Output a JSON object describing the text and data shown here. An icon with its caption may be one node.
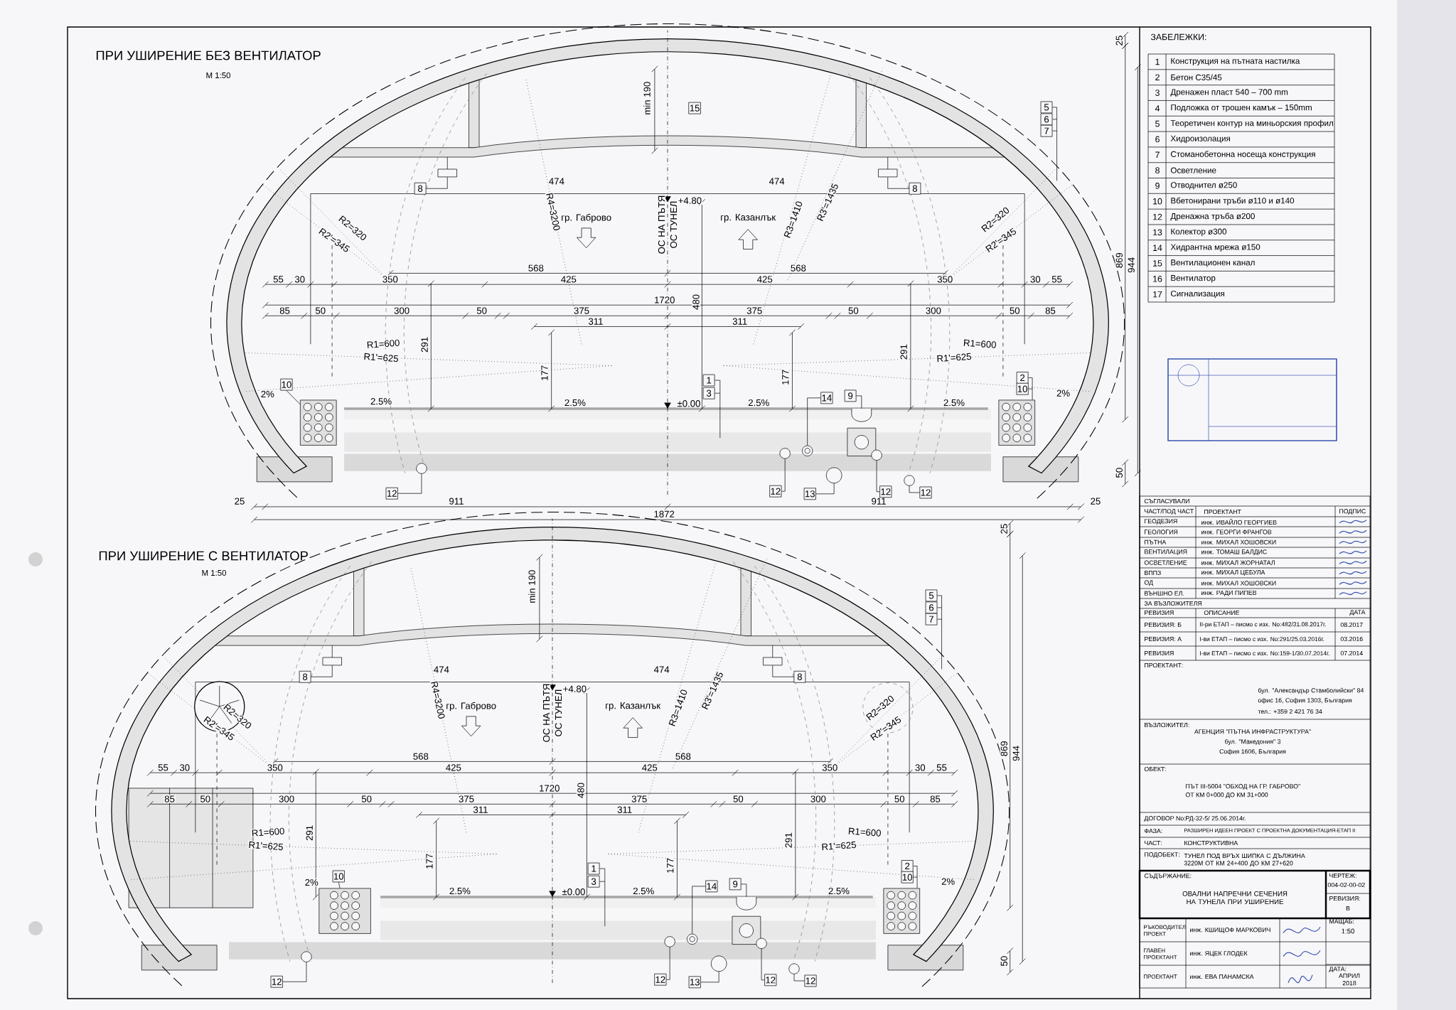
{
  "diagram": {
    "nodes": [
      {
        "text": [
          "8"
        ]
      },
      {
        "text": [
          "8"
        ]
      },
      {
        "text": [
          "5"
        ]
      },
      {
        "text": [
          "6"
        ]
      },
      {
        "text": [
          "7"
        ]
      },
      {
        "text": [
          "10"
        ]
      },
      {
        "text": [
          "1"
        ]
      },
      {
        "text": [
          "3"
        ]
      },
      {
        "text": [
          "9"
        ]
      },
      {
        "text": [
          "14"
        ]
      },
      {
        "text": [
          "2"
        ]
      },
      {
        "text": [
          "10"
        ]
      },
      {
        "text": [
          "12"
        ]
      },
      {
        "text": [
          "12"
        ]
      },
      {
        "text": [
          "13"
        ]
      },
      {
        "text": [
          "12"
        ]
      },
      {
        "text": [
          "12"
        ]
      },
      {
        "text": [],
        "shape": "box"
      },
      {
        "text": [],
        "shape": "box"
      },
      {
        "text": [],
        "shape": "box"
      },
      {
        "text": [],
        "shape": "box"
      },
      {
        "text": [],
        "shape": "circle"
      },
      {
        "text": [],
        "shape": "box"
      },
      {
        "text": [],
        "shape": "circle"
      },
      {
        "text": [],
        "shape": "circle"
      },
      {
        "text": [],
        "shape": "circle"
      },
      {
        "text": [],
        "shape": "circle"
      },
      {
        "text": [],
        "shape": "circle"
      },
      {
        "text": [
          "8"
        ]
      },
      {
        "text": [
          "8"
        ]
      },
      {
        "text": [
          "5"
        ]
      },
      {
        "text": [
          "6"
        ]
      },
      {
        "text": [
          "7"
        ]
      },
      {
        "text": [
          "10"
        ]
      },
      {
        "text": [
          "1"
        ]
      },
      {
        "text": [
          "3"
        ]
      },
      {
        "text": [
          "9"
        ]
      },
      {
        "text": [
          "14"
        ]
      },
      {
        "text": [
          "2"
        ]
      },
      {
        "text": [
          "10"
        ]
      },
      {
        "text": [
          "12"
        ]
      },
      {
        "text": [
          "12"
        ]
      },
      {
        "text": [
          "13"
        ]
      },
      {
        "text": [
          "12"
        ]
      },
      {
        "text": [
          "12"
        ]
      },
      {
        "text": [],
        "shape": "box"
      },
      {
        "text": [],
        "shape": "box"
      },
      {
        "text": [],
        "shape": "box"
      },
      {
        "text": [],
        "shape": "box"
      },
      {
        "text": [],
        "shape": "circle"
      },
      {
        "text": [],
        "shape": "box"
      },
      {
        "text": [],
        "shape": "circle"
      },
      {
        "text": [],
        "shape": "circle"
      },
      {
        "text": [],
        "shape": "circle"
      },
      {
        "text": [],
        "shape": "circle"
      },
      {
        "text": [],
        "shape": "circle"
      }
    ],
    "edges": [
      {
        "from": 0,
        "to": 17,
        "arrow": "none"
      },
      {
        "from": 1,
        "to": 18,
        "arrow": "none"
      },
      {
        "from": 2,
        "to": null,
        "arrow": "none"
      },
      {
        "from": 3,
        "to": null,
        "arrow": "none"
      },
      {
        "from": 4,
        "to": null,
        "arrow": "none"
      },
      {
        "from": 5,
        "to": 19,
        "arrow": "none"
      },
      {
        "from": 6,
        "to": null,
        "arrow": "none"
      },
      {
        "from": 7,
        "to": null,
        "arrow": "none"
      },
      {
        "from": 8,
        "to": 20,
        "arrow": "none"
      },
      {
        "from": 9,
        "to": 21,
        "arrow": "none"
      },
      {
        "from": 10,
        "to": 22,
        "arrow": "none"
      },
      {
        "from": 11,
        "to": 22,
        "arrow": "none"
      },
      {
        "from": 12,
        "to": 23,
        "arrow": "none"
      },
      {
        "from": 13,
        "to": 24,
        "arrow": "none"
      },
      {
        "from": 14,
        "to": 25,
        "arrow": "none"
      },
      {
        "from": 15,
        "to": 26,
        "arrow": "none"
      },
      {
        "from": 16,
        "to": 27,
        "arrow": "none"
      },
      {
        "from": 28,
        "to": 45,
        "arrow": "none"
      },
      {
        "from": 29,
        "to": 46,
        "arrow": "none"
      },
      {
        "from": 30,
        "to": null,
        "arrow": "none"
      },
      {
        "from": 31,
        "to": null,
        "arrow": "none"
      },
      {
        "from": 32,
        "to": null,
        "arrow": "none"
      },
      {
        "from": 33,
        "to": 47,
        "arrow": "none"
      },
      {
        "from": 34,
        "to": null,
        "arrow": "none"
      },
      {
        "from": 35,
        "to": null,
        "arrow": "none"
      },
      {
        "from": 36,
        "to": 48,
        "arrow": "none"
      },
      {
        "from": 37,
        "to": 49,
        "arrow": "none"
      },
      {
        "from": 38,
        "to": 50,
        "arrow": "none"
      },
      {
        "from": 39,
        "to": 50,
        "arrow": "none"
      },
      {
        "from": 40,
        "to": 51,
        "arrow": "none"
      },
      {
        "from": 41,
        "to": 52,
        "arrow": "none"
      },
      {
        "from": 42,
        "to": 53,
        "arrow": "none"
      },
      {
        "from": 43,
        "to": 54,
        "arrow": "none"
      },
      {
        "from": 44,
        "to": 55,
        "arrow": "none"
      }
    ],
    "labels": [
      "ПРИ УШИРЕНИЕ БЕЗ ВЕНТИЛАТОР",
      "М 1:50",
      "min 190",
      "15",
      "474",
      "474",
      "+4.80",
      "R4=3200",
      "гр. Габрово",
      "ОС НА ПЪТЯ",
      "ОС ТУНЕЛ",
      "гр. Казанлък",
      "R3=1410",
      "R3'=1435",
      "R2=320",
      "R2'=345",
      "R2=320",
      "R2'=345",
      "568",
      "568",
      "55",
      "30",
      "350",
      "425",
      "425",
      "350",
      "30",
      "55",
      "1720",
      "480",
      "85",
      "50",
      "300",
      "50",
      "375",
      "375",
      "50",
      "300",
      "50",
      "85",
      "311",
      "311",
      "869",
      "944",
      "R1=600",
      "R1'=625",
      "291",
      "291",
      "R1=600",
      "R1'=625",
      "177",
      "177",
      "2%",
      "2.5%",
      "2.5%",
      "±0.00",
      "2.5%",
      "2.5%",
      "2%",
      "50",
      "25",
      "25",
      "911",
      "911",
      "25",
      "1872",
      "ПРИ УШИРЕНИЕ С ВЕНТИЛАТОР",
      "М 1:50",
      "min 190",
      "474",
      "474",
      "+4.80",
      "R4=3200",
      "гр. Габрово",
      "ОС НА ПЪТЯ",
      "ОС ТУНЕЛ",
      "гр. Казанлък",
      "R3=1410",
      "R3'=1435",
      "R2=320",
      "R2'=345",
      "R2=320",
      "R2'=345",
      "568",
      "568",
      "55",
      "30",
      "350",
      "425",
      "425",
      "350",
      "30",
      "55",
      "1720",
      "480",
      "85",
      "50",
      "300",
      "50",
      "375",
      "375",
      "50",
      "300",
      "50",
      "85",
      "311",
      "311",
      "869",
      "944",
      "R1=600",
      "R1'=625",
      "291",
      "291",
      "R1=600",
      "R1'=625",
      "177",
      "177",
      "2%",
      "2.5%",
      "±0.00",
      "2.5%",
      "2.5%",
      "2%",
      "50",
      "25",
      "ЗАБЕЛЕЖКИ:",
      "1",
      "Конструкция на пътната настилка",
      "2",
      "Бетон C35/45",
      "3",
      "Дренажен пласт 540 – 700 mm",
      "4",
      "Подложка от трошен камък – 150mm",
      "5",
      "Теоретичен контур на миньорския профил",
      "6",
      "Хидроизолация",
      "7",
      "Стоманобетонна носеща конструкция",
      "8",
      "Осветление",
      "9",
      "Отводнител ø250",
      "10",
      "Вбетонирани тръби ø110 и ø140",
      "12",
      "Дренажна тръба ø200",
      "13",
      "Колектор ø300",
      "14",
      "Хидрантна мрежа ø150",
      "15",
      "Вентилационен канал",
      "16",
      "Вентилатор",
      "17",
      "Сигнализация",
      "СЪГЛАСУВАЛИ",
      "ЧАСТ/ПОД ЧАСТ",
      "ПРОЕКТАНТ",
      "ПОДПИС",
      "ГЕОДЕЗИЯ",
      "инж. ИВАЙЛО ГЕОРГИЕВ",
      "ГЕОЛОГИЯ",
      "инж. ГЕОРГИ ФРАНГОВ",
      "ПЪТНА",
      "инж. МИХАЛ ХОШОВСКИ",
      "ВЕНТИЛАЦИЯ",
      "инж. ТОМАШ БАЛДИС",
      "ОСВЕТЛЕНИЕ",
      "инж. МИХАЛ ЖОРНАТАЛ",
      "ВППЗ",
      "инж. МИХАЛ ЦЕБУЛА",
      "ОД",
      "инж. МИХАЛ ХОШОВСКИ",
      "ВЪНШНО ЕЛ.",
      "инж. РАДИ ПИПЕВ",
      "ЗА ВЪЗЛОЖИТЕЛЯ",
      "РЕВИЗИЯ",
      "ОПИСАНИЕ",
      "ДАТА",
      "РЕВИЗИЯ: Б",
      "II-ри ЕТАП – писмо с изх. No:482/31.08.2017г.",
      "08.2017",
      "РЕВИЗИЯ: А",
      "I-ви ЕТАП – писмо с изх. No:291/25.03.2016г.",
      "03.2016",
      "РЕВИЗИЯ",
      "I-ви ЕТАП – писмо с изх. No:159-1/30.07.2014г.",
      "07.2014",
      "ПРОЕКТАНТ:",
      "бул. \"Александър Стамболийски\" 84",
      "офис 16, София 1303, България",
      "тел.: +359 2 421 76 34",
      "ВЪЗЛОЖИТЕЛ:",
      "АГЕНЦИЯ \"ПЪТНА ИНФРАСТРУКТУРА\"",
      "бул. \"Македония\" 3",
      "София 1606, България",
      "ОБЕКТ:",
      "ПЪТ III-5004 \"ОБХОД НА ГР. ГАБРОВО\"",
      "ОТ КМ 0+000 ДО КМ 31+000",
      "ДОГОВОР No:",
      "РД-32-5/ 25.06.2014г.",
      "ФАЗА:",
      "РАЗШИРЕН ИДЕЕН ПРОЕКТ С ПРОЕКТНА ДОКУМЕНТАЦИЯ-ЕТАП II",
      "ЧАСТ:",
      "КОНСТРУКТИВНА",
      "ПОДОБЕКТ:",
      "ТУНЕЛ ПОД ВРЪХ ШИПКА С ДЪЛЖИНА 3220М ОТ КМ 24+400 ДО КМ 27+620",
      "СЪДЪРЖАНИЕ:",
      "ОВАЛНИ НАПРЕЧНИ СЕЧЕНИЯ НА ТУНЕЛА ПРИ УШИРЕНИЕ",
      "ЧЕРТЕЖ:",
      "004-02-00-02",
      "РЕВИЗИЯ:",
      "В",
      "РЪКОВОДИТЕЛ ПРОЕКТ",
      "инж. КШИЩОФ МАРКОВИЧ",
      "ГЛАВЕН ПРОЕКТАНТ",
      "инж. ЯЦЕК ГЛОДЕК",
      "ПРОЕКТАНТ",
      "инж. ЕВА ПАНАМСКА",
      "МАЩАБ:",
      "1:50",
      "ДАТА:",
      "АПРИЛ 2018"
    ]
  }
}
